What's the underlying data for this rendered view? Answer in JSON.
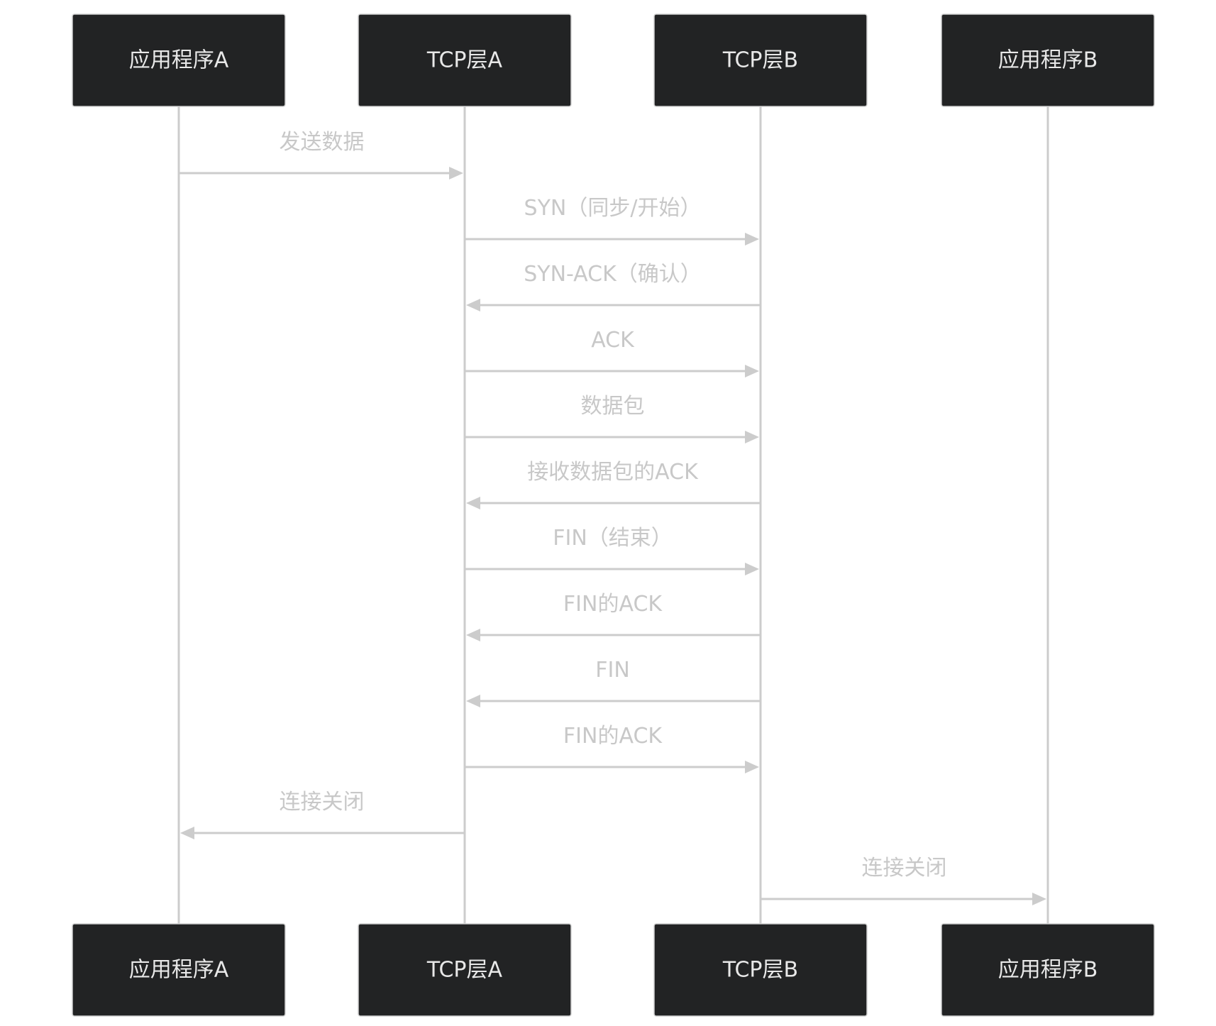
{
  "diagram": {
    "type": "sequence",
    "participants": [
      {
        "id": "appA",
        "label": "应用程序A"
      },
      {
        "id": "tcpA",
        "label": "TCP层A"
      },
      {
        "id": "tcpB",
        "label": "TCP层B"
      },
      {
        "id": "appB",
        "label": "应用程序B"
      }
    ],
    "messages": [
      {
        "from": "appA",
        "to": "tcpA",
        "label": "发送数据"
      },
      {
        "from": "tcpA",
        "to": "tcpB",
        "label": "SYN（同步/开始）"
      },
      {
        "from": "tcpB",
        "to": "tcpA",
        "label": "SYN-ACK（确认）"
      },
      {
        "from": "tcpA",
        "to": "tcpB",
        "label": "ACK"
      },
      {
        "from": "tcpA",
        "to": "tcpB",
        "label": "数据包"
      },
      {
        "from": "tcpB",
        "to": "tcpA",
        "label": "接收数据包的ACK"
      },
      {
        "from": "tcpA",
        "to": "tcpB",
        "label": "FIN（结束）"
      },
      {
        "from": "tcpB",
        "to": "tcpA",
        "label": "FIN的ACK"
      },
      {
        "from": "tcpB",
        "to": "tcpA",
        "label": "FIN"
      },
      {
        "from": "tcpA",
        "to": "tcpB",
        "label": "FIN的ACK"
      },
      {
        "from": "tcpA",
        "to": "appA",
        "label": "连接关闭"
      },
      {
        "from": "tcpB",
        "to": "appB",
        "label": "连接关闭"
      }
    ],
    "colors": {
      "actor_fill": "#222324",
      "actor_text": "#e8e8e8",
      "line": "#cccccc",
      "label": "#c8c8c8"
    }
  }
}
